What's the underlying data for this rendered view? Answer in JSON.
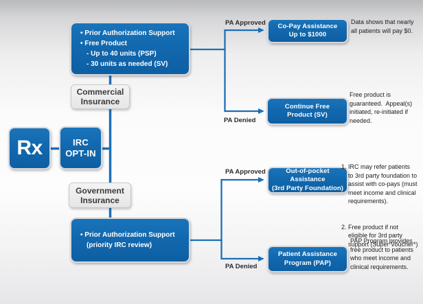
{
  "colors": {
    "box_blue": "#1268ae",
    "line_blue": "#1d6eb5",
    "gray_box_fill": "#ececed",
    "note_text": "#1c1c1e"
  },
  "rx_box": {
    "label": "Rx"
  },
  "irc_box": {
    "line1": "IRC",
    "line2": "OPT-IN"
  },
  "insurance": {
    "commercial": {
      "line1": "Commercial",
      "line2": "Insurance"
    },
    "government": {
      "line1": "Government",
      "line2": "Insurance"
    }
  },
  "support_commercial": {
    "bullet1": "• Prior Authorization Support",
    "bullet2": "• Free Product",
    "sub1": "- Up to 40 units (PSP)",
    "sub2": "- 30 units as needed (SV)"
  },
  "support_government": {
    "bullet1": "• Prior Authorization Support",
    "line2": "(priority IRC review)"
  },
  "branches": {
    "commercial": {
      "approved": "PA Approved",
      "denied": "PA Denied"
    },
    "government": {
      "approved": "PA Approved",
      "denied": "PA Denied"
    }
  },
  "outcomes": {
    "copay": {
      "line1": "Co-Pay Assistance",
      "line2": "Up to $1000",
      "note": "Data shows that nearly\nall patients will pay $0."
    },
    "continue_free": {
      "line1": "Continue Free",
      "line2": "Product (SV)",
      "note": "Free product is\nguaranteed.  Appeal(s)\ninitiated, re-initiated if\nneeded."
    },
    "out_of_pocket": {
      "line1": "Out-of-pocket Assistance",
      "line2": "(3rd Party Foundation)",
      "note_items": [
        {
          "num": "1.",
          "text": "IRC may refer patients\nto 3rd party foundation to\nassist with co-pays (must\nmeet income and clinical\nrequirements)."
        },
        {
          "num": "2.",
          "text": "Free product if not\neligible for 3rd party\nsupport (Super Voucher*)"
        }
      ]
    },
    "pap": {
      "line1": "Patient Assistance",
      "line2": "Program (PAP)",
      "note": "PAP Program provides\nfree product to patients\nwho meet income and\nclinical requirements."
    }
  }
}
